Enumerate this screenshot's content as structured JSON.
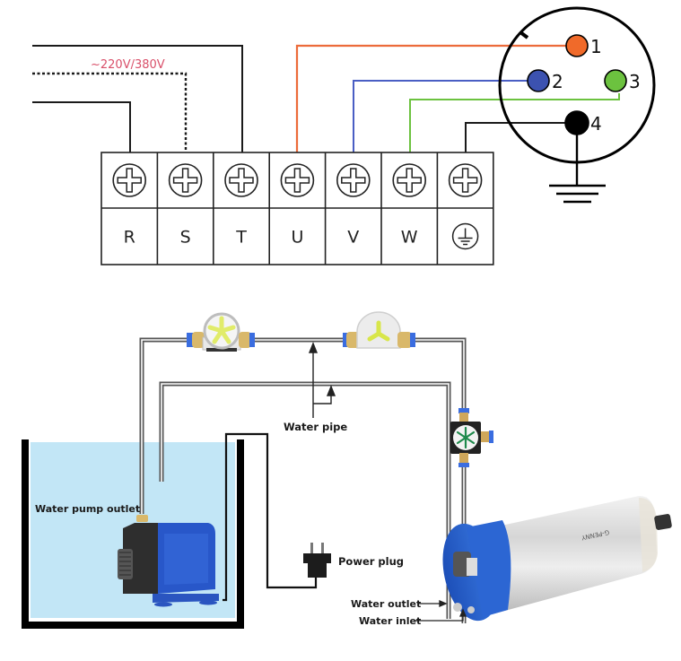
{
  "wiring_diagram": {
    "supply_label": "~220V/380V",
    "terminals": [
      {
        "label": "R",
        "type": "input"
      },
      {
        "label": "S",
        "type": "input"
      },
      {
        "label": "T",
        "type": "input"
      },
      {
        "label": "U",
        "type": "output"
      },
      {
        "label": "V",
        "type": "output"
      },
      {
        "label": "W",
        "type": "output"
      },
      {
        "label": "",
        "type": "ground",
        "icon": "ground-symbol-icon"
      }
    ],
    "connector_pins": [
      {
        "number": "1",
        "color": "#f06a2a",
        "terminal": "U"
      },
      {
        "number": "2",
        "color": "#3c52b0",
        "terminal": "V"
      },
      {
        "number": "3",
        "color": "#6cc23f",
        "terminal": "W"
      },
      {
        "number": "4",
        "color": "#000000",
        "terminal": "ground"
      }
    ],
    "wire_colors": {
      "U": "#ec6b3a",
      "V": "#4a5ec4",
      "W": "#6cc23f",
      "ground": "#1a1a1a",
      "supply": "#1a1a1a"
    },
    "supply_label_color": "#d9506a"
  },
  "cooling_diagram": {
    "labels": {
      "water_pipe": "Water pipe",
      "water_pump_outlet": "Water pump outlet",
      "power_plug": "Power plug",
      "water_outlet": "Water outlet",
      "water_inlet": "Water inlet"
    },
    "water_color": "#c2e6f6",
    "spindle_brand": "G-PENNY",
    "pump_color": "#2855c8",
    "spindle_cap_color": "#2a6ad6"
  }
}
